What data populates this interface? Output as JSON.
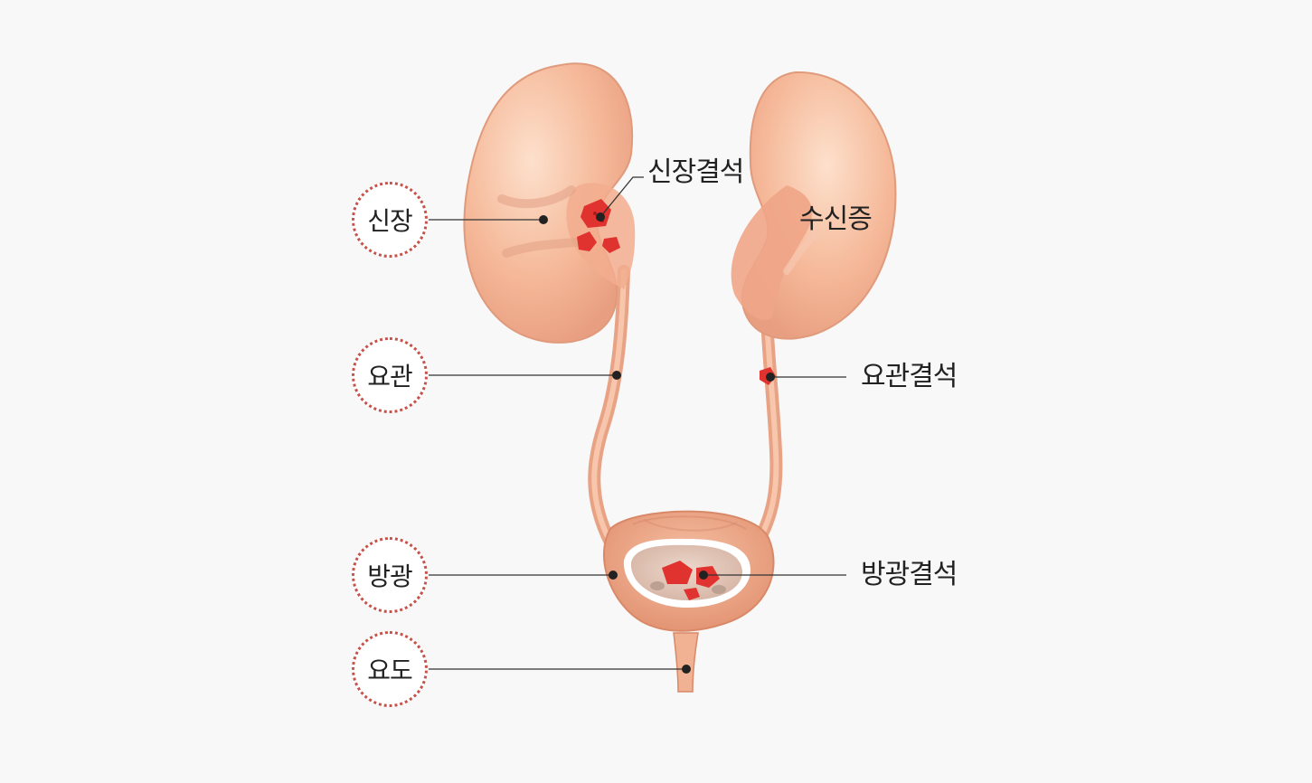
{
  "labels": {
    "kidney": "신장",
    "ureter": "요관",
    "bladder": "방광",
    "urethra": "요도",
    "kidney_stone": "신장결석",
    "hydronephrosis": "수신증",
    "ureter_stone": "요관결석",
    "bladder_stone": "방광결석"
  },
  "colors": {
    "organ": "#f4b89a",
    "organ_dark": "#e29a7c",
    "organ_light": "#fad4bd",
    "stone": "#e0322e",
    "ring": "#c8524a",
    "line": "#333333"
  }
}
